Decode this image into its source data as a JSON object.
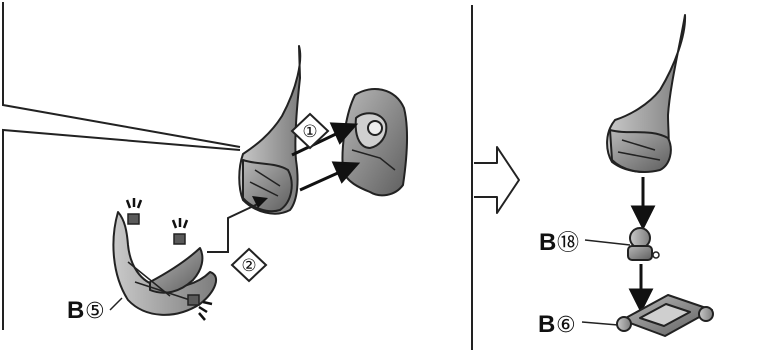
{
  "colors": {
    "ink": "#1a1a1a",
    "part_dark": "#6f6f6f",
    "part_mid": "#a7a7a7",
    "part_light": "#d6d6d6"
  },
  "step_markers": [
    {
      "text": "①"
    },
    {
      "text": "②"
    }
  ],
  "part_labels": [
    {
      "letter": "B",
      "number": "⑤"
    },
    {
      "letter": "B",
      "number": "⑱"
    },
    {
      "letter": "B",
      "number": "⑥"
    }
  ],
  "icons": [
    "cut-gate-icon",
    "step-arrow-icon",
    "down-arrow-icon",
    "flow-arrow-icon"
  ]
}
